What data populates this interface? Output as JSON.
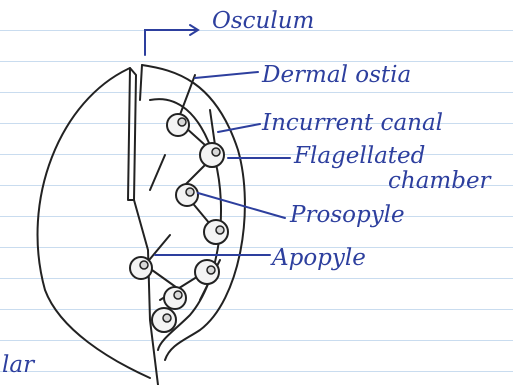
{
  "labels": {
    "osculum": "Osculum",
    "dermal_ostia": "Dermal ostia",
    "incurrent_canal": "Incurrent canal",
    "flagellated_chamber_line1": "Flagellated",
    "flagellated_chamber_line2": "chamber",
    "prosopyle": "Prosopyle",
    "apopyle": "Apopyle",
    "partial_word": "lar"
  },
  "colors": {
    "ink": "#2d3f9e",
    "pencil": "#222222",
    "ruled_line": "#c9dcef"
  }
}
